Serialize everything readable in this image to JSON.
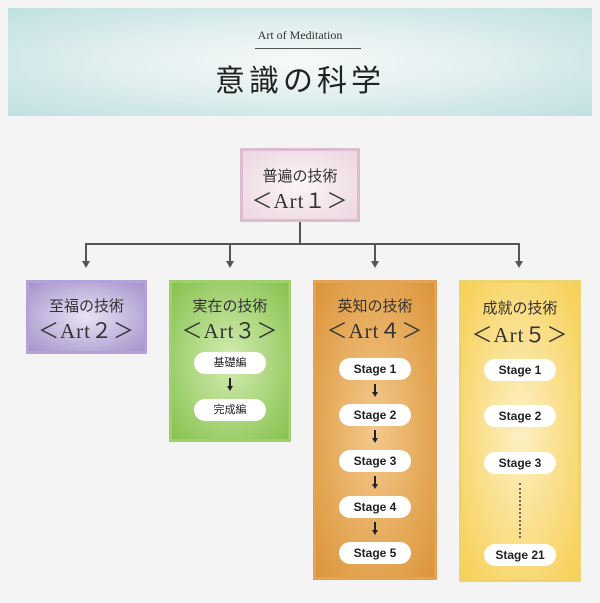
{
  "header": {
    "subtitle": "Art of Meditation",
    "title": "意識の科学"
  },
  "root": {
    "name": "普遍の技術",
    "art": "＜Art１＞"
  },
  "arts": [
    {
      "name": "至福の技術",
      "art": "＜Art２＞",
      "stages": []
    },
    {
      "name": "実在の技術",
      "art": "＜Art３＞",
      "stages": [
        "基礎編",
        "完成編"
      ]
    },
    {
      "name": "英知の技術",
      "art": "＜Art４＞",
      "stages": [
        "Stage 1",
        "Stage 2",
        "Stage 3",
        "Stage 4",
        "Stage 5"
      ]
    },
    {
      "name": "成就の技術",
      "art": "＜Art５＞",
      "stages": [
        "Stage 1",
        "Stage 2",
        "Stage 3",
        "Stage 21"
      ]
    }
  ],
  "colors": {
    "connector": "#555555",
    "art1": "#ddbccd",
    "art2": "#b3a2d8",
    "art3": "#9ecf6b",
    "art4": "#e3a356",
    "art5": "#f1d36c"
  }
}
